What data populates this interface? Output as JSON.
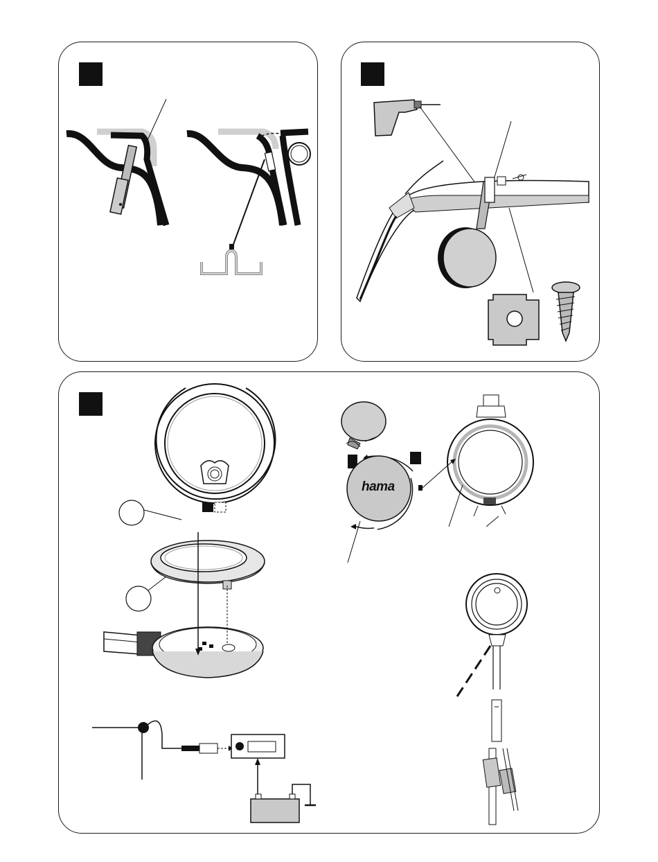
{
  "brand": {
    "logo_text": "hama",
    "colors": {
      "ink": "#111111",
      "shade": "#c9c9c9",
      "light_shade": "#e2e2e2",
      "paper": "#ffffff"
    }
  },
  "panels": [
    {
      "id": "panel-1",
      "description_icon": "roof-rail-clamp-mount-icon"
    },
    {
      "id": "panel-2",
      "description_icon": "drill-and-screw-mount-icon"
    },
    {
      "id": "panel-3",
      "description_icon": "antenna-assembly-and-wiring-icon"
    }
  ]
}
